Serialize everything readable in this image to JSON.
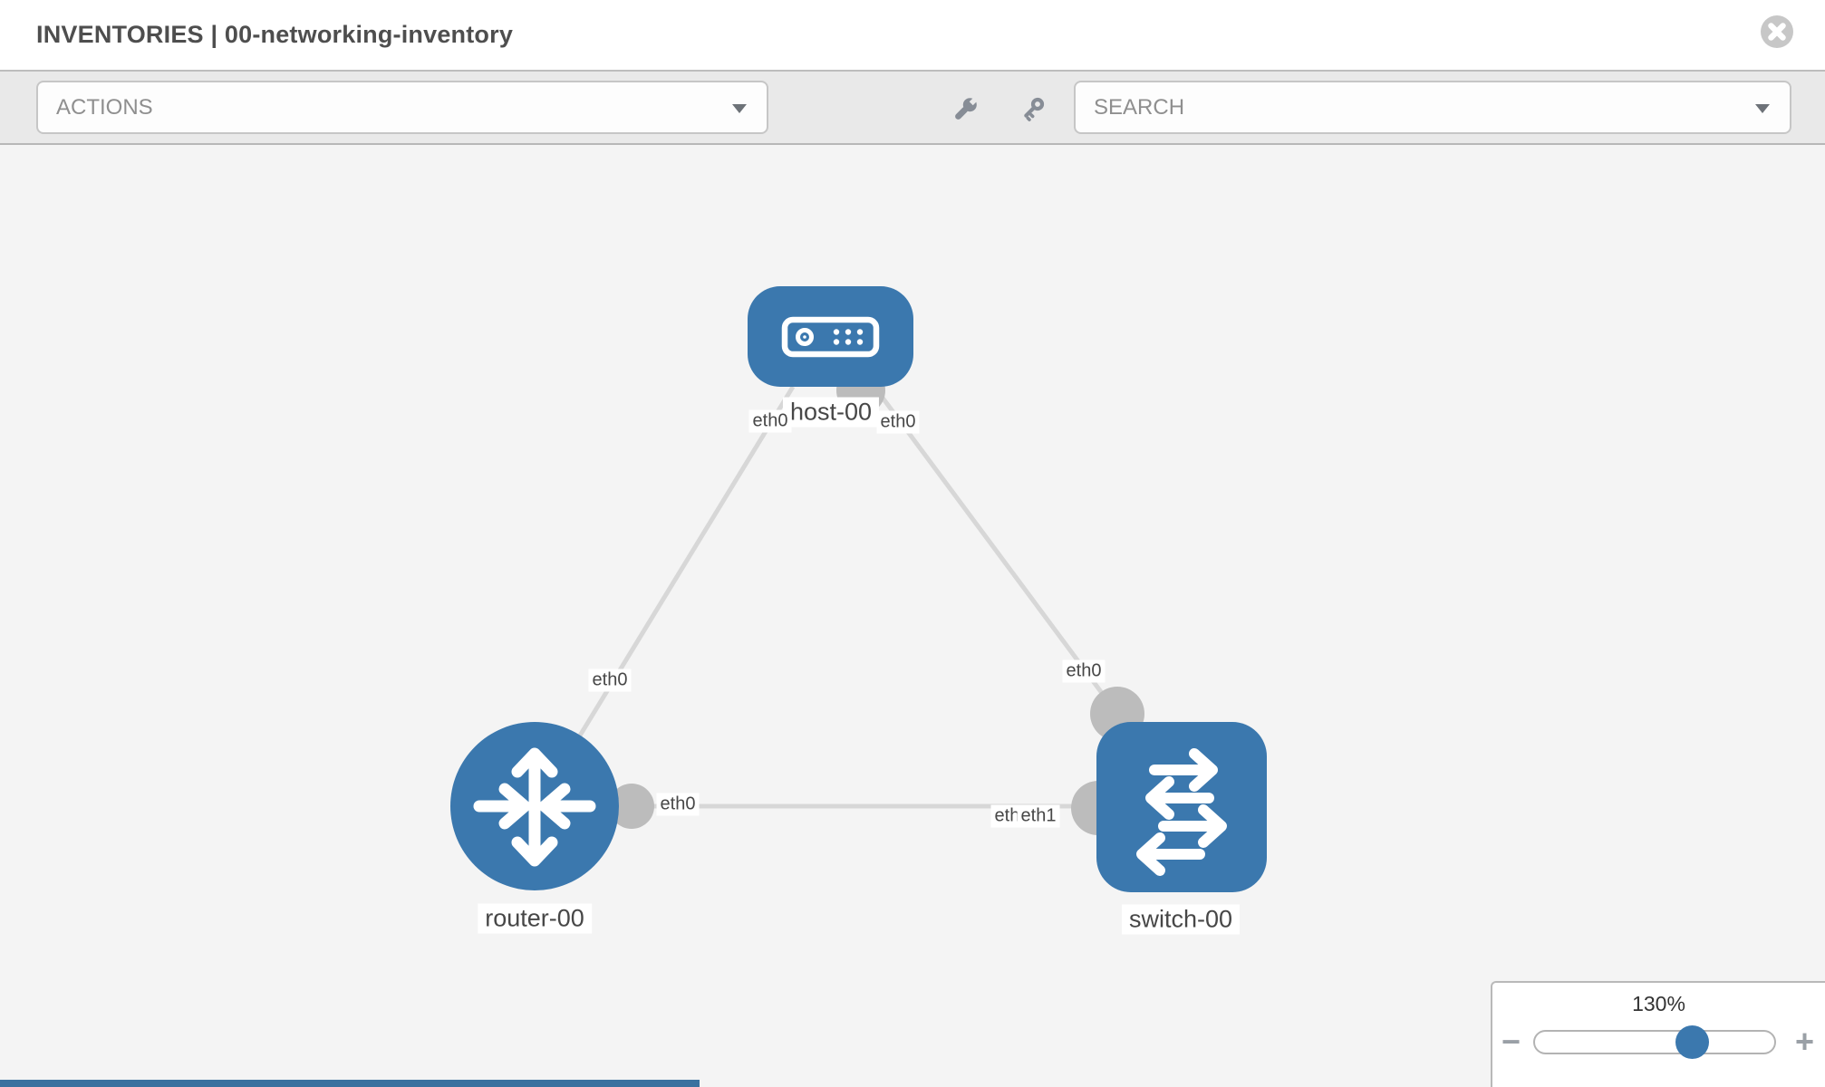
{
  "header": {
    "title": "INVENTORIES | 00-networking-inventory"
  },
  "toolbar": {
    "actions_label": "ACTIONS",
    "search_placeholder": "SEARCH",
    "icons": [
      "wrench-icon",
      "key-icon"
    ]
  },
  "topology": {
    "nodes": [
      {
        "id": "host-00",
        "type": "host",
        "label": "host-00"
      },
      {
        "id": "router-00",
        "type": "router",
        "label": "router-00"
      },
      {
        "id": "switch-00",
        "type": "switch",
        "label": "switch-00"
      }
    ],
    "links": [
      {
        "from": "host-00",
        "from_interface": "eth0",
        "to": "router-00",
        "to_interface": "eth0"
      },
      {
        "from": "host-00",
        "from_interface": "eth0",
        "to": "switch-00",
        "to_interface": "eth0"
      },
      {
        "from": "router-00",
        "from_interface": "eth0",
        "to": "switch-00",
        "to_interface": "eth1"
      }
    ],
    "labels": {
      "host": "host-00",
      "router": "router-00",
      "switch": "switch-00",
      "eth_host_left": "eth0",
      "eth_host_right": "eth0",
      "eth_router_top": "eth0",
      "eth_router_right": "eth0",
      "eth_switch_top": "eth0",
      "eth_switch_under": "eth0",
      "eth_switch_left": "eth1"
    }
  },
  "zoom_control": {
    "level": "130%",
    "minus_label": "−",
    "plus_label": "+"
  },
  "colors": {
    "node_blue": "#3b78ae",
    "port_gray": "#bcbcbc",
    "link_gray": "#d7d7d7",
    "canvas_bg": "#f4f4f4",
    "toolbar_bg": "#e9e9e9"
  }
}
